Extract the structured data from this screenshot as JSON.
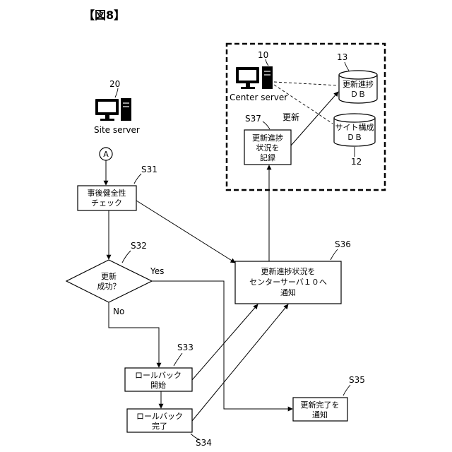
{
  "figure_title": "【図8】",
  "site_server": {
    "ref": "20",
    "label": "Site server",
    "icon": "computer-icon"
  },
  "center_server": {
    "ref": "10",
    "label": "Center server",
    "icon": "computer-icon"
  },
  "db_progress": {
    "ref": "13",
    "line1": "更新進捗",
    "line2": "ＤＢ"
  },
  "db_site_config": {
    "ref": "12",
    "line1": "サイト構成",
    "line2": "ＤＢ"
  },
  "connector": {
    "label": "A"
  },
  "arrow_update_label": "更新",
  "steps": {
    "s31": {
      "id": "S31",
      "line1": "事後健全性",
      "line2": "チェック"
    },
    "s32": {
      "id": "S32",
      "line1": "更新",
      "line2": "成功？",
      "yes": "Yes",
      "no": "No"
    },
    "s33": {
      "id": "S33",
      "line1": "ロールバック",
      "line2": "開始"
    },
    "s34": {
      "id": "S34",
      "line1": "ロールバック",
      "line2": "完了"
    },
    "s35": {
      "id": "S35",
      "line1": "更新完了を",
      "line2": "通知"
    },
    "s36": {
      "id": "S36",
      "line1": "更新進捗状況を",
      "line2": "センターサーバ１０へ",
      "line3": "通知"
    },
    "s37": {
      "id": "S37",
      "line1": "更新進捗",
      "line2": "状況を",
      "line3": "記録"
    }
  }
}
